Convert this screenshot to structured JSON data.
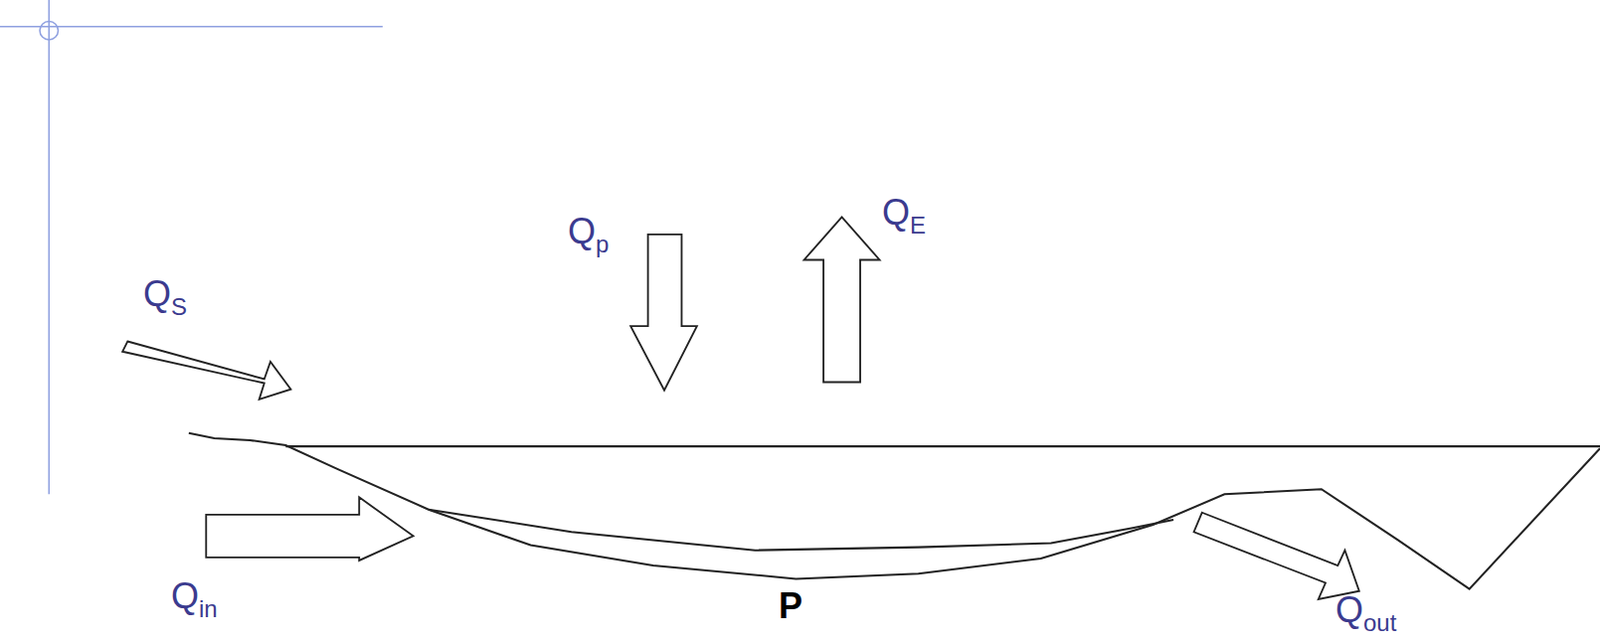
{
  "diagram": {
    "labels": [
      "Q",
      "S",
      "Q",
      "p",
      "Q",
      "E",
      "Q",
      "in",
      "P",
      "Q",
      "out"
    ]
  }
}
